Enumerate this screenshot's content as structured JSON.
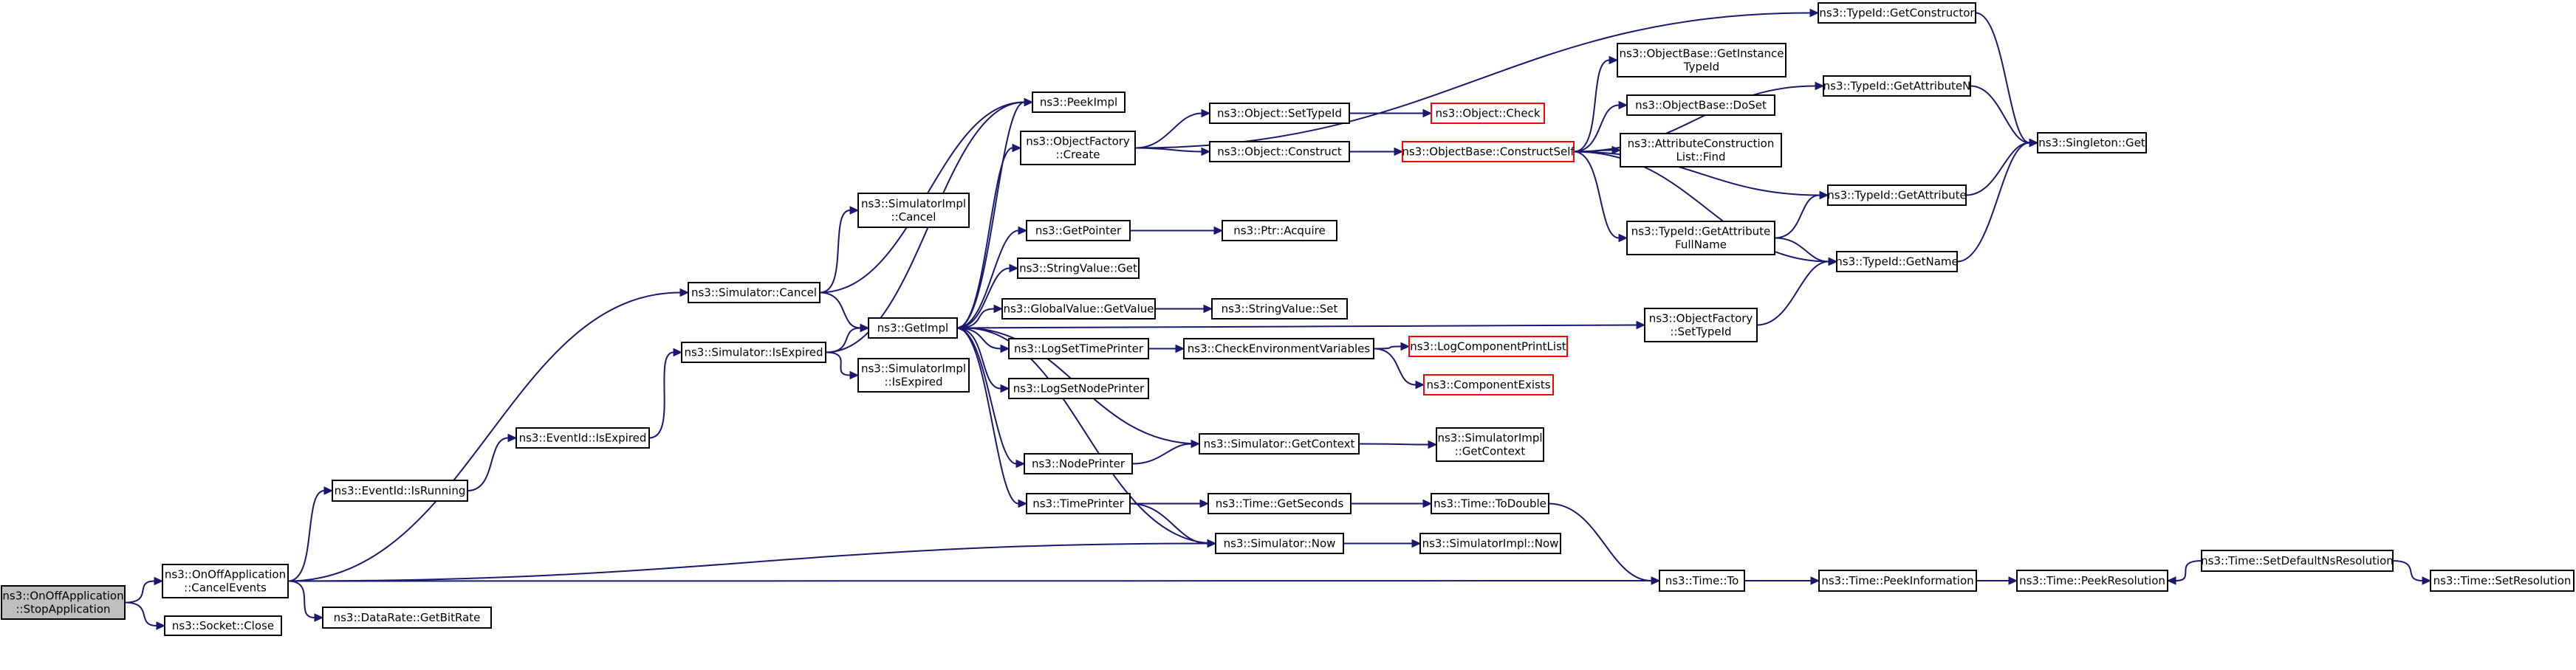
{
  "nodes": [
    {
      "id": "stopapp",
      "lines": [
        "ns3::OnOffApplication",
        "::StopApplication"
      ],
      "style": "root"
    },
    {
      "id": "cancelevents",
      "lines": [
        "ns3::OnOffApplication",
        "::CancelEvents"
      ],
      "style": "normal"
    },
    {
      "id": "socketclose",
      "lines": [
        "ns3::Socket::Close"
      ],
      "style": "normal"
    },
    {
      "id": "getbitrate",
      "lines": [
        "ns3::DataRate::GetBitRate"
      ],
      "style": "normal"
    },
    {
      "id": "isrunning",
      "lines": [
        "ns3::EventId::IsRunning"
      ],
      "style": "normal"
    },
    {
      "id": "isexpired",
      "lines": [
        "ns3::EventId::IsExpired"
      ],
      "style": "normal"
    },
    {
      "id": "simcancel",
      "lines": [
        "ns3::Simulator::Cancel"
      ],
      "style": "normal"
    },
    {
      "id": "simisexpired",
      "lines": [
        "ns3::Simulator::IsExpired"
      ],
      "style": "normal"
    },
    {
      "id": "implcancel",
      "lines": [
        "ns3::SimulatorImpl",
        "::Cancel"
      ],
      "style": "normal"
    },
    {
      "id": "getimpl",
      "lines": [
        "ns3::GetImpl"
      ],
      "style": "normal"
    },
    {
      "id": "implisexpired",
      "lines": [
        "ns3::SimulatorImpl",
        "::IsExpired"
      ],
      "style": "normal"
    },
    {
      "id": "peekimpl",
      "lines": [
        "ns3::PeekImpl"
      ],
      "style": "normal"
    },
    {
      "id": "ofcreate",
      "lines": [
        "ns3::ObjectFactory",
        "::Create"
      ],
      "style": "normal"
    },
    {
      "id": "getpointer",
      "lines": [
        "ns3::GetPointer"
      ],
      "style": "normal"
    },
    {
      "id": "stringvalueget",
      "lines": [
        "ns3::StringValue::Get"
      ],
      "style": "normal"
    },
    {
      "id": "globalgetvalue",
      "lines": [
        "ns3::GlobalValue::GetValue"
      ],
      "style": "normal"
    },
    {
      "id": "logsettime",
      "lines": [
        "ns3::LogSetTimePrinter"
      ],
      "style": "normal"
    },
    {
      "id": "logsetnode",
      "lines": [
        "ns3::LogSetNodePrinter"
      ],
      "style": "normal"
    },
    {
      "id": "nodeprinter",
      "lines": [
        "ns3::NodePrinter"
      ],
      "style": "normal"
    },
    {
      "id": "timeprinter",
      "lines": [
        "ns3::TimePrinter"
      ],
      "style": "normal"
    },
    {
      "id": "setypeid",
      "lines": [
        "ns3::Object::SetTypeId"
      ],
      "style": "normal"
    },
    {
      "id": "construct",
      "lines": [
        "ns3::Object::Construct"
      ],
      "style": "normal"
    },
    {
      "id": "ptracquire",
      "lines": [
        "ns3::Ptr::Acquire"
      ],
      "style": "normal"
    },
    {
      "id": "stringvalueset",
      "lines": [
        "ns3::StringValue::Set"
      ],
      "style": "normal"
    },
    {
      "id": "checkenv",
      "lines": [
        "ns3::CheckEnvironmentVariables"
      ],
      "style": "normal"
    },
    {
      "id": "simgetcontext",
      "lines": [
        "ns3::Simulator::GetContext"
      ],
      "style": "normal"
    },
    {
      "id": "getseconds",
      "lines": [
        "ns3::Time::GetSeconds"
      ],
      "style": "normal"
    },
    {
      "id": "simnow",
      "lines": [
        "ns3::Simulator::Now"
      ],
      "style": "normal"
    },
    {
      "id": "objectcheck",
      "lines": [
        "ns3::Object::Check"
      ],
      "style": "red"
    },
    {
      "id": "constructself",
      "lines": [
        "ns3::ObjectBase::ConstructSelf"
      ],
      "style": "red"
    },
    {
      "id": "logcomponentprintlist",
      "lines": [
        "ns3::LogComponentPrintList"
      ],
      "style": "red"
    },
    {
      "id": "componentexists",
      "lines": [
        "ns3::ComponentExists"
      ],
      "style": "red"
    },
    {
      "id": "implgetcontext",
      "lines": [
        "ns3::SimulatorImpl",
        "::GetContext"
      ],
      "style": "normal"
    },
    {
      "id": "todouble",
      "lines": [
        "ns3::Time::ToDouble"
      ],
      "style": "normal"
    },
    {
      "id": "implnow",
      "lines": [
        "ns3::SimulatorImpl::Now"
      ],
      "style": "normal"
    },
    {
      "id": "getinstancetypeid",
      "lines": [
        "ns3::ObjectBase::GetInstance",
        "TypeId"
      ],
      "style": "normal"
    },
    {
      "id": "doset",
      "lines": [
        "ns3::ObjectBase::DoSet"
      ],
      "style": "normal"
    },
    {
      "id": "acfind",
      "lines": [
        "ns3::AttributeConstruction",
        "List::Find"
      ],
      "style": "normal"
    },
    {
      "id": "getattrfullname",
      "lines": [
        "ns3::TypeId::GetAttribute",
        "FullName"
      ],
      "style": "normal"
    },
    {
      "id": "ofsettypeid",
      "lines": [
        "ns3::ObjectFactory",
        "::SetTypeId"
      ],
      "style": "normal"
    },
    {
      "id": "timeto",
      "lines": [
        "ns3::Time::To"
      ],
      "style": "normal"
    },
    {
      "id": "getconstructor",
      "lines": [
        "ns3::TypeId::GetConstructor"
      ],
      "style": "normal"
    },
    {
      "id": "getattributen",
      "lines": [
        "ns3::TypeId::GetAttributeN"
      ],
      "style": "normal"
    },
    {
      "id": "getattribute",
      "lines": [
        "ns3::TypeId::GetAttribute"
      ],
      "style": "normal"
    },
    {
      "id": "getname",
      "lines": [
        "ns3::TypeId::GetName"
      ],
      "style": "normal"
    },
    {
      "id": "peekinformation",
      "lines": [
        "ns3::Time::PeekInformation"
      ],
      "style": "normal"
    },
    {
      "id": "singletonget",
      "lines": [
        "ns3::Singleton::Get"
      ],
      "style": "normal"
    },
    {
      "id": "peekresolution",
      "lines": [
        "ns3::Time::PeekResolution"
      ],
      "style": "normal"
    },
    {
      "id": "setdefaultns",
      "lines": [
        "ns3::Time::SetDefaultNsResolution"
      ],
      "style": "normal"
    },
    {
      "id": "setresolution",
      "lines": [
        "ns3::Time::SetResolution"
      ],
      "style": "normal"
    }
  ],
  "edges": [
    {
      "from": "stopapp",
      "to": "cancelevents"
    },
    {
      "from": "stopapp",
      "to": "socketclose"
    },
    {
      "from": "cancelevents",
      "to": "getbitrate"
    },
    {
      "from": "cancelevents",
      "to": "isrunning"
    },
    {
      "from": "cancelevents",
      "to": "simcancel"
    },
    {
      "from": "cancelevents",
      "to": "simnow"
    },
    {
      "from": "cancelevents",
      "to": "timeto"
    },
    {
      "from": "isrunning",
      "to": "isexpired"
    },
    {
      "from": "isexpired",
      "to": "simisexpired"
    },
    {
      "from": "simcancel",
      "to": "implcancel"
    },
    {
      "from": "simcancel",
      "to": "getimpl"
    },
    {
      "from": "simcancel",
      "to": "peekimpl"
    },
    {
      "from": "simisexpired",
      "to": "getimpl"
    },
    {
      "from": "simisexpired",
      "to": "implisexpired"
    },
    {
      "from": "simisexpired",
      "to": "peekimpl"
    },
    {
      "from": "getimpl",
      "to": "peekimpl"
    },
    {
      "from": "getimpl",
      "to": "ofcreate"
    },
    {
      "from": "getimpl",
      "to": "getpointer"
    },
    {
      "from": "getimpl",
      "to": "stringvalueget"
    },
    {
      "from": "getimpl",
      "to": "globalgetvalue"
    },
    {
      "from": "getimpl",
      "to": "logsettime"
    },
    {
      "from": "getimpl",
      "to": "logsetnode"
    },
    {
      "from": "getimpl",
      "to": "nodeprinter"
    },
    {
      "from": "getimpl",
      "to": "timeprinter"
    },
    {
      "from": "getimpl",
      "to": "ofsettypeid"
    },
    {
      "from": "ofcreate",
      "to": "setypeid"
    },
    {
      "from": "ofcreate",
      "to": "construct"
    },
    {
      "from": "ofcreate",
      "to": "getconstructor"
    },
    {
      "from": "setypeid",
      "to": "objectcheck"
    },
    {
      "from": "construct",
      "to": "constructself"
    },
    {
      "from": "constructself",
      "to": "getinstancetypeid"
    },
    {
      "from": "constructself",
      "to": "doset"
    },
    {
      "from": "constructself",
      "to": "acfind"
    },
    {
      "from": "constructself",
      "to": "getattributen"
    },
    {
      "from": "constructself",
      "to": "getattribute"
    },
    {
      "from": "constructself",
      "to": "getattrfullname"
    },
    {
      "from": "constructself",
      "to": "getname"
    },
    {
      "from": "getattrfullname",
      "to": "getattribute"
    },
    {
      "from": "getattrfullname",
      "to": "getname"
    },
    {
      "from": "ofsettypeid",
      "to": "getname"
    },
    {
      "from": "getconstructor",
      "to": "singletonget"
    },
    {
      "from": "getattributen",
      "to": "singletonget"
    },
    {
      "from": "getattribute",
      "to": "singletonget"
    },
    {
      "from": "getname",
      "to": "singletonget"
    },
    {
      "from": "getpointer",
      "to": "ptracquire"
    },
    {
      "from": "globalgetvalue",
      "to": "stringvalueset"
    },
    {
      "from": "logsettime",
      "to": "checkenv"
    },
    {
      "from": "checkenv",
      "to": "logcomponentprintlist"
    },
    {
      "from": "checkenv",
      "to": "componentexists"
    },
    {
      "from": "nodeprinter",
      "to": "simgetcontext"
    },
    {
      "from": "simgetcontext",
      "to": "getimpl"
    },
    {
      "from": "simgetcontext",
      "to": "implgetcontext"
    },
    {
      "from": "timeprinter",
      "to": "getseconds"
    },
    {
      "from": "timeprinter",
      "to": "simnow"
    },
    {
      "from": "getseconds",
      "to": "todouble"
    },
    {
      "from": "simnow",
      "to": "getimpl"
    },
    {
      "from": "simnow",
      "to": "implnow"
    },
    {
      "from": "todouble",
      "to": "timeto"
    },
    {
      "from": "timeto",
      "to": "peekinformation"
    },
    {
      "from": "peekinformation",
      "to": "peekresolution"
    },
    {
      "from": "setdefaultns",
      "to": "peekresolution"
    },
    {
      "from": "setdefaultns",
      "to": "setresolution"
    }
  ]
}
